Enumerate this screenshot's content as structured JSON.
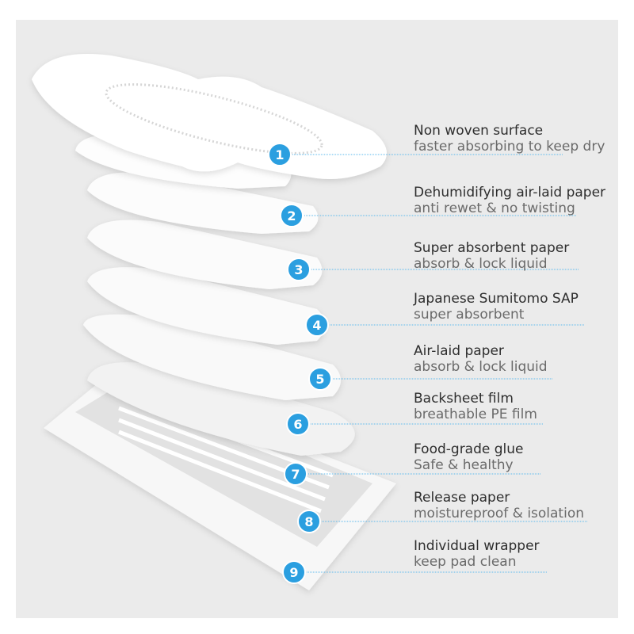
{
  "colors": {
    "background": "#ebebeb",
    "badge": "#2b9fe0",
    "leader_line": "#5bb8ec"
  },
  "layers": [
    {
      "number": "1",
      "title": "Non woven surface",
      "subtitle": "faster absorbing to keep dry"
    },
    {
      "number": "2",
      "title": "Dehumidifying air-laid paper",
      "subtitle": "anti rewet & no twisting"
    },
    {
      "number": "3",
      "title": "Super absorbent paper",
      "subtitle": "absorb & lock liquid"
    },
    {
      "number": "4",
      "title": "Japanese Sumitomo SAP",
      "subtitle": "super absorbent"
    },
    {
      "number": "5",
      "title": "Air-laid paper",
      "subtitle": "absorb & lock liquid"
    },
    {
      "number": "6",
      "title": "Backsheet film",
      "subtitle": "breathable PE film"
    },
    {
      "number": "7",
      "title": "Food-grade glue",
      "subtitle": "Safe & healthy"
    },
    {
      "number": "8",
      "title": "Release paper",
      "subtitle": "moistureproof & isolation"
    },
    {
      "number": "9",
      "title": "Individual wrapper",
      "subtitle": "keep pad clean"
    }
  ]
}
